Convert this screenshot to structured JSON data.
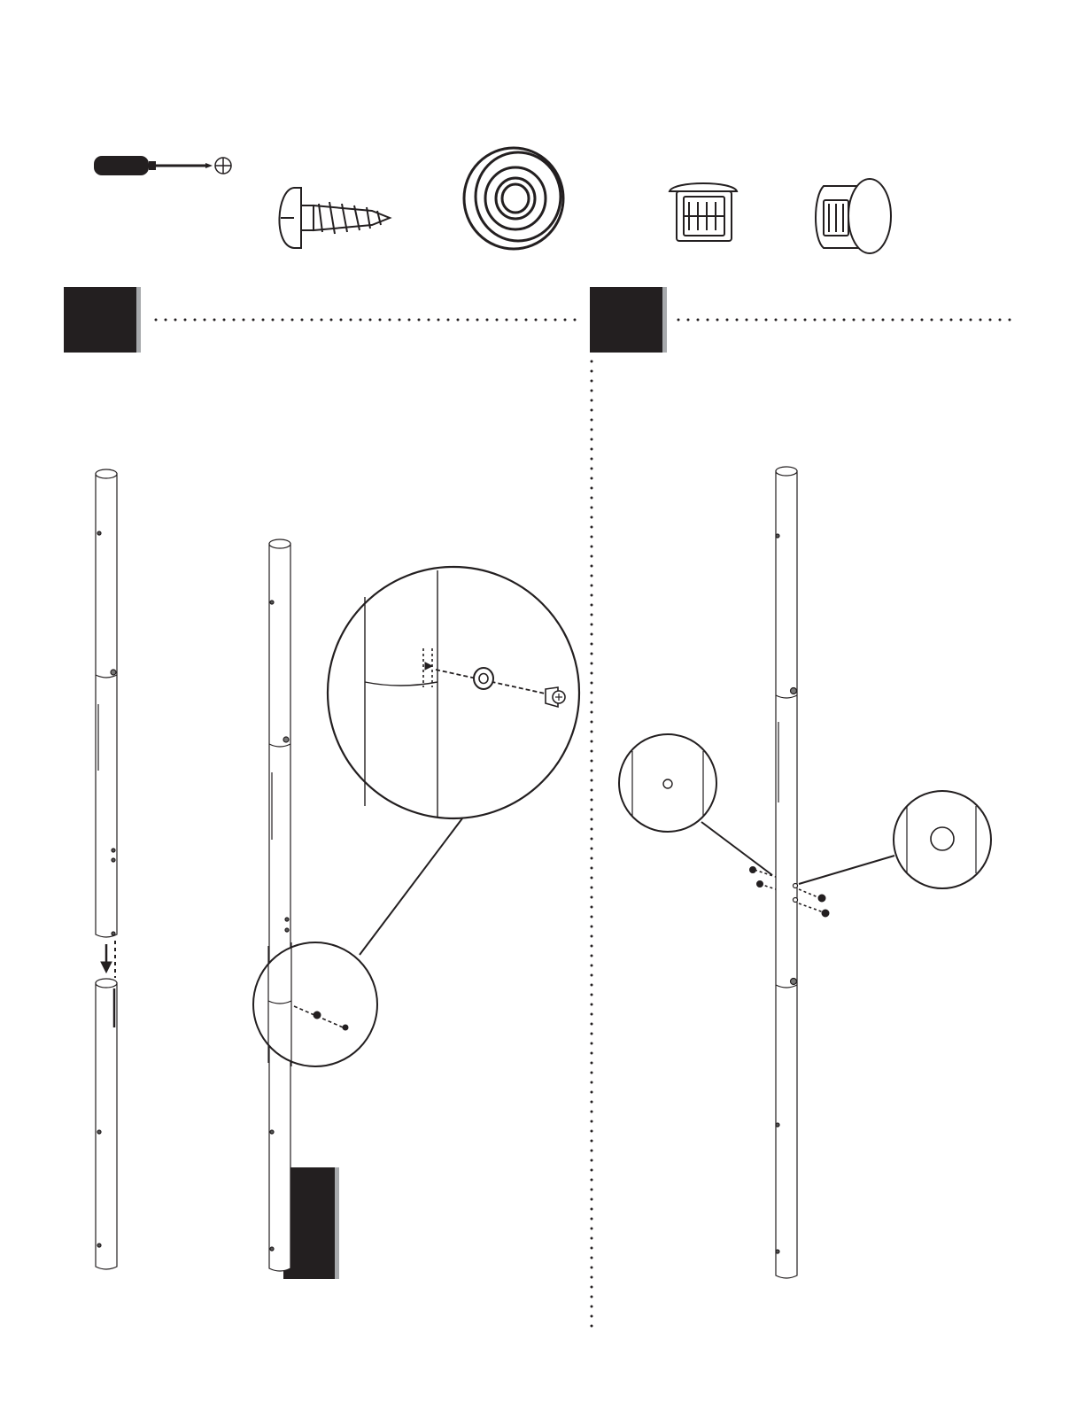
{
  "tools": [
    {
      "name": "phillips-screwdriver"
    }
  ],
  "parts": [
    {
      "name": "round-head-screw"
    },
    {
      "name": "round-spacer-washer"
    },
    {
      "name": "square-plastic-plug"
    },
    {
      "name": "round-plastic-cap"
    }
  ],
  "steps": [
    {
      "number": ""
    },
    {
      "number": ""
    }
  ],
  "diagram_tag": {
    "label": ""
  },
  "colors": {
    "badge": "#231f20",
    "badge_shadow": "#a7a9ac",
    "line": "#231f20"
  },
  "icons": [
    "screwdriver-icon",
    "screw-icon",
    "washer-icon",
    "plug-icon",
    "cap-icon"
  ]
}
